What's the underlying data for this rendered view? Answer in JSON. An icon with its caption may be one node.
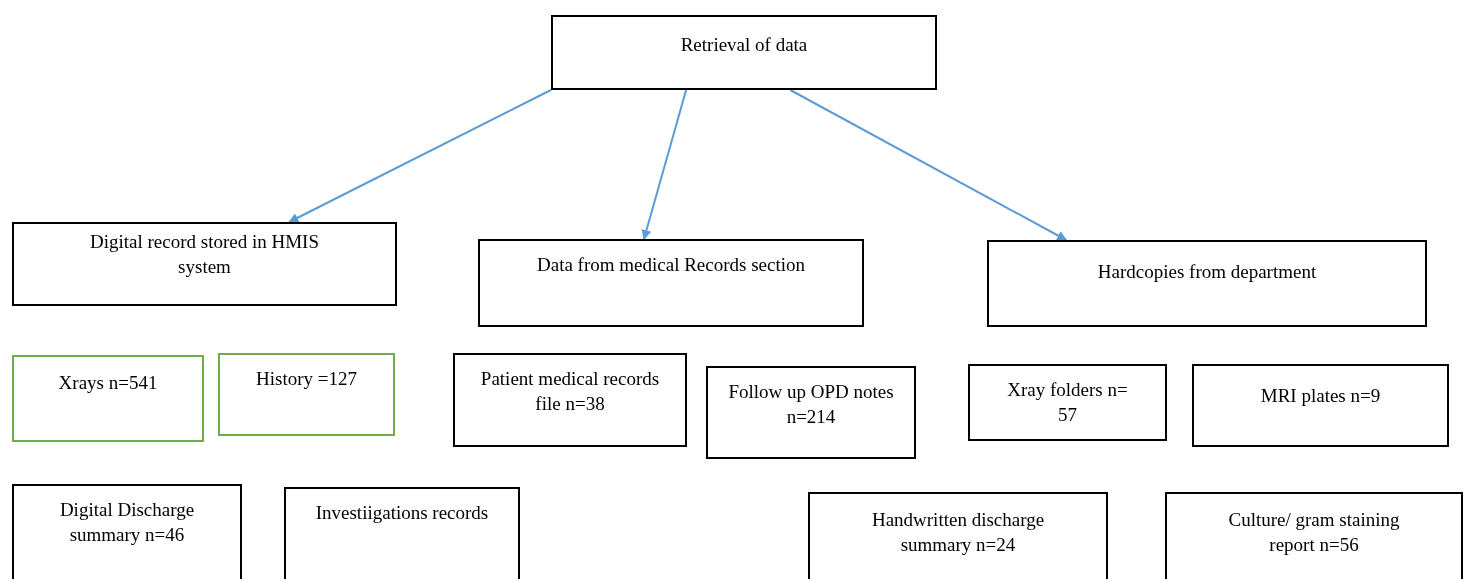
{
  "diagram": {
    "nodes": [
      {
        "text": [
          "Retrieval of data"
        ]
      },
      {
        "text": [
          "Digital record stored in HMIS system"
        ]
      },
      {
        "text": [
          "Data from medical Records section"
        ]
      },
      {
        "text": [
          "Hardcopies from department"
        ]
      },
      {
        "text": [
          "Xrays n=541"
        ]
      },
      {
        "text": [
          "History =127"
        ]
      },
      {
        "text": [
          "Patient medical records file n=38"
        ]
      },
      {
        "text": [
          "Follow up OPD notes n=214"
        ]
      },
      {
        "text": [
          "Xray folders n= 57"
        ]
      },
      {
        "text": [
          "MRI plates n=9"
        ]
      },
      {
        "text": [
          "Digital Discharge summary n=46"
        ]
      },
      {
        "text": [
          "Investiigations records"
        ]
      },
      {
        "text": [
          "Handwritten discharge summary n=24"
        ]
      },
      {
        "text": [
          "Culture/ gram staining report n=56"
        ]
      }
    ],
    "edges": [
      {
        "from": 0,
        "to": 1,
        "arrow": "to"
      },
      {
        "from": 0,
        "to": 2,
        "arrow": "to"
      },
      {
        "from": 0,
        "to": 3,
        "arrow": "to"
      }
    ]
  }
}
